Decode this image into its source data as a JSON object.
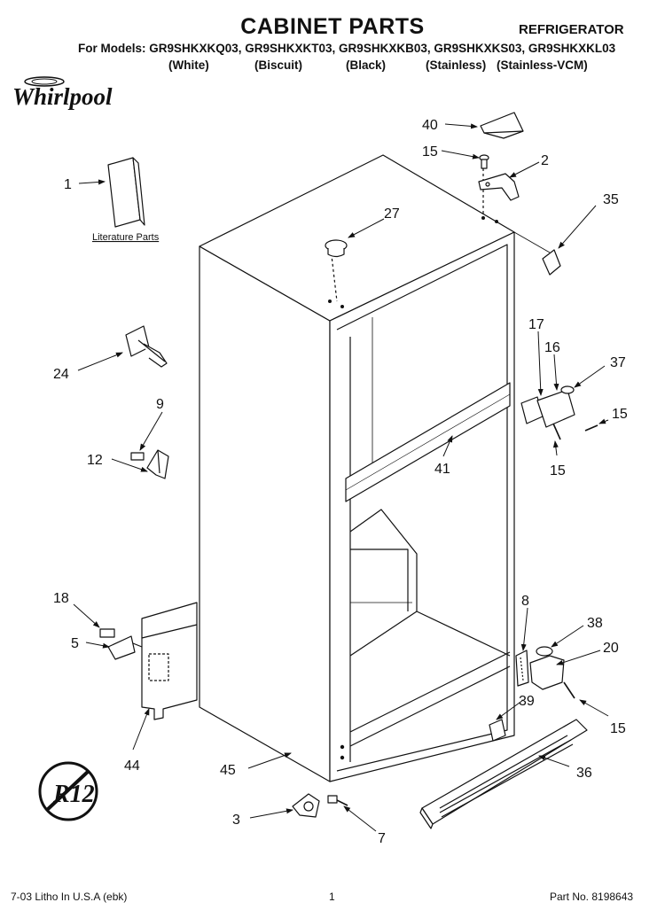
{
  "header": {
    "title": "CABINET PARTS",
    "appliance": "REFRIGERATOR",
    "models_line": "For Models: GR9SHKXKQ03, GR9SHKXKT03, GR9SHKXKB03, GR9SHKXKS03, GR9SHKXKL03",
    "variants": [
      "(White)",
      "(Biscuit)",
      "(Black)",
      "(Stainless)",
      "(Stainless-VCM)"
    ]
  },
  "brand": {
    "logo_text": "Whirlpool"
  },
  "diagram": {
    "literature_label": "Literature Parts",
    "r12_text": "R12",
    "callouts": {
      "c1": "1",
      "c2": "2",
      "c3": "3",
      "c5": "5",
      "c7": "7",
      "c8": "8",
      "c9": "9",
      "c12": "12",
      "c15a": "15",
      "c15b": "15",
      "c15c": "15",
      "c15d": "15",
      "c16": "16",
      "c17": "17",
      "c18": "18",
      "c20": "20",
      "c24": "24",
      "c27": "27",
      "c35": "35",
      "c36": "36",
      "c37": "37",
      "c38": "38",
      "c39": "39",
      "c40": "40",
      "c41": "41",
      "c44": "44",
      "c45": "45"
    }
  },
  "footer": {
    "litho": "7-03 Litho In U.S.A (ebk)",
    "page": "1",
    "part_no": "Part No. 8198643"
  }
}
